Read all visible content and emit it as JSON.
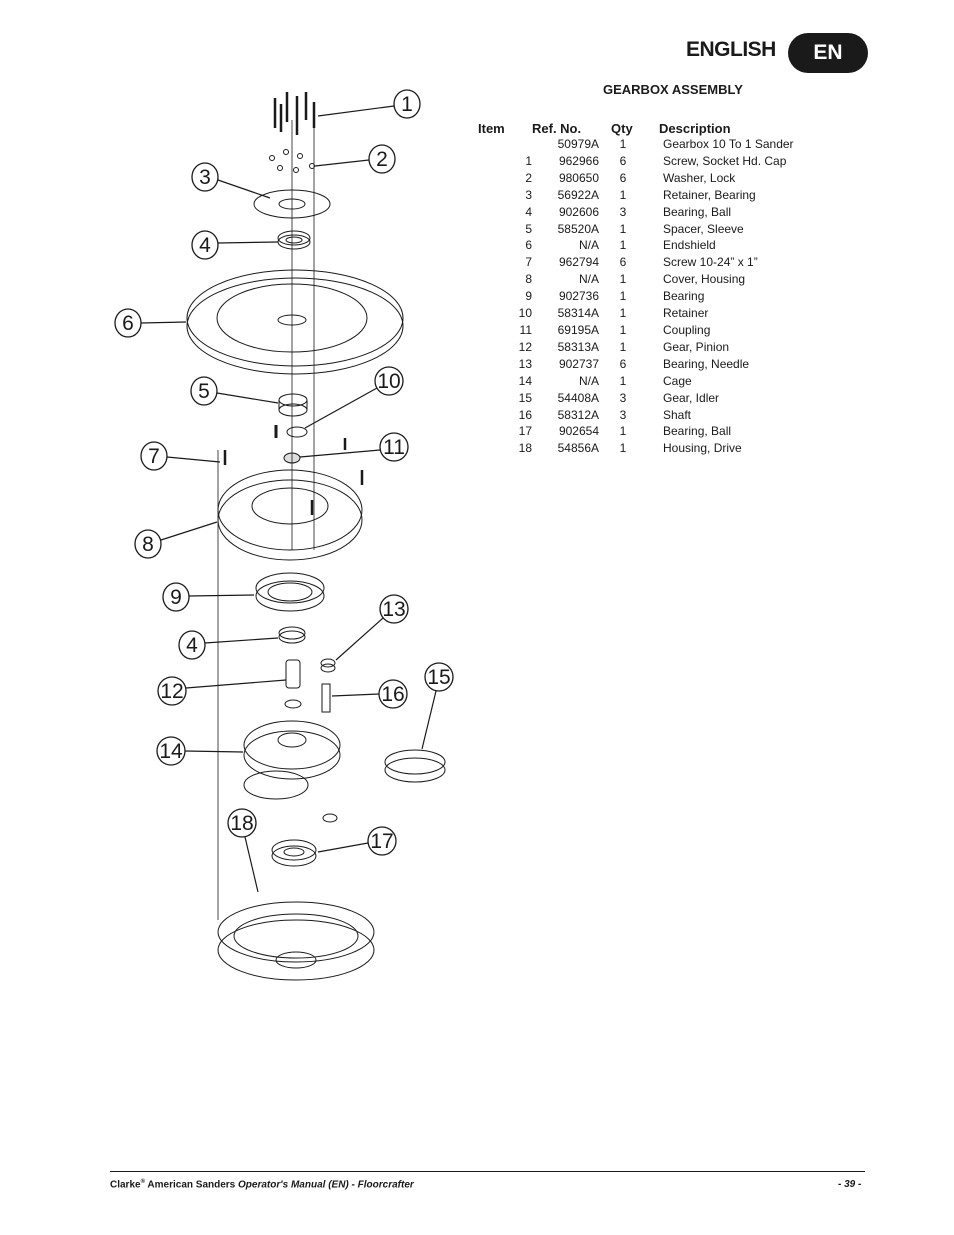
{
  "header": {
    "language_label": "ENGLISH",
    "language_code": "EN"
  },
  "section_title": "GEARBOX ASSEMBLY",
  "table": {
    "columns": [
      "Item",
      "Ref. No.",
      "Qty",
      "Description"
    ],
    "rows": [
      {
        "item": "",
        "ref": "50979A",
        "qty": "1",
        "desc": "Gearbox 10 To 1 Sander"
      },
      {
        "item": "1",
        "ref": "962966",
        "qty": "6",
        "desc": "Screw, Socket Hd. Cap"
      },
      {
        "item": "2",
        "ref": "980650",
        "qty": "6",
        "desc": "Washer, Lock"
      },
      {
        "item": "3",
        "ref": "56922A",
        "qty": "1",
        "desc": "Retainer, Bearing"
      },
      {
        "item": "4",
        "ref": "902606",
        "qty": "3",
        "desc": "Bearing, Ball"
      },
      {
        "item": "5",
        "ref": "58520A",
        "qty": "1",
        "desc": "Spacer, Sleeve"
      },
      {
        "item": "6",
        "ref": "N/A",
        "qty": "1",
        "desc": "Endshield"
      },
      {
        "item": "7",
        "ref": "962794",
        "qty": "6",
        "desc": "Screw 10-24” x 1”"
      },
      {
        "item": "8",
        "ref": "N/A",
        "qty": "1",
        "desc": "Cover, Housing"
      },
      {
        "item": "9",
        "ref": "902736",
        "qty": "1",
        "desc": "Bearing"
      },
      {
        "item": "10",
        "ref": "58314A",
        "qty": "1",
        "desc": "Retainer"
      },
      {
        "item": "11",
        "ref": "69195A",
        "qty": "1",
        "desc": "Coupling"
      },
      {
        "item": "12",
        "ref": "58313A",
        "qty": "1",
        "desc": "Gear, Pinion"
      },
      {
        "item": "13",
        "ref": "902737",
        "qty": "6",
        "desc": "Bearing, Needle"
      },
      {
        "item": "14",
        "ref": "N/A",
        "qty": "1",
        "desc": "Cage"
      },
      {
        "item": "15",
        "ref": "54408A",
        "qty": "3",
        "desc": "Gear, Idler"
      },
      {
        "item": "16",
        "ref": "58312A",
        "qty": "3",
        "desc": "Shaft"
      },
      {
        "item": "17",
        "ref": "902654",
        "qty": "1",
        "desc": "Bearing, Ball"
      },
      {
        "item": "18",
        "ref": "54856A",
        "qty": "1",
        "desc": "Housing, Drive"
      }
    ]
  },
  "callouts": [
    "1",
    "2",
    "3",
    "4",
    "6",
    "5",
    "10",
    "7",
    "11",
    "8",
    "9",
    "13",
    "4",
    "12",
    "16",
    "15",
    "14",
    "18",
    "17"
  ],
  "footer": {
    "brand": "Clarke",
    "registered": "®",
    "company": "American Sanders",
    "manual": "Operator's Manual (EN) - Floorcrafter",
    "page": "- 39 -"
  }
}
